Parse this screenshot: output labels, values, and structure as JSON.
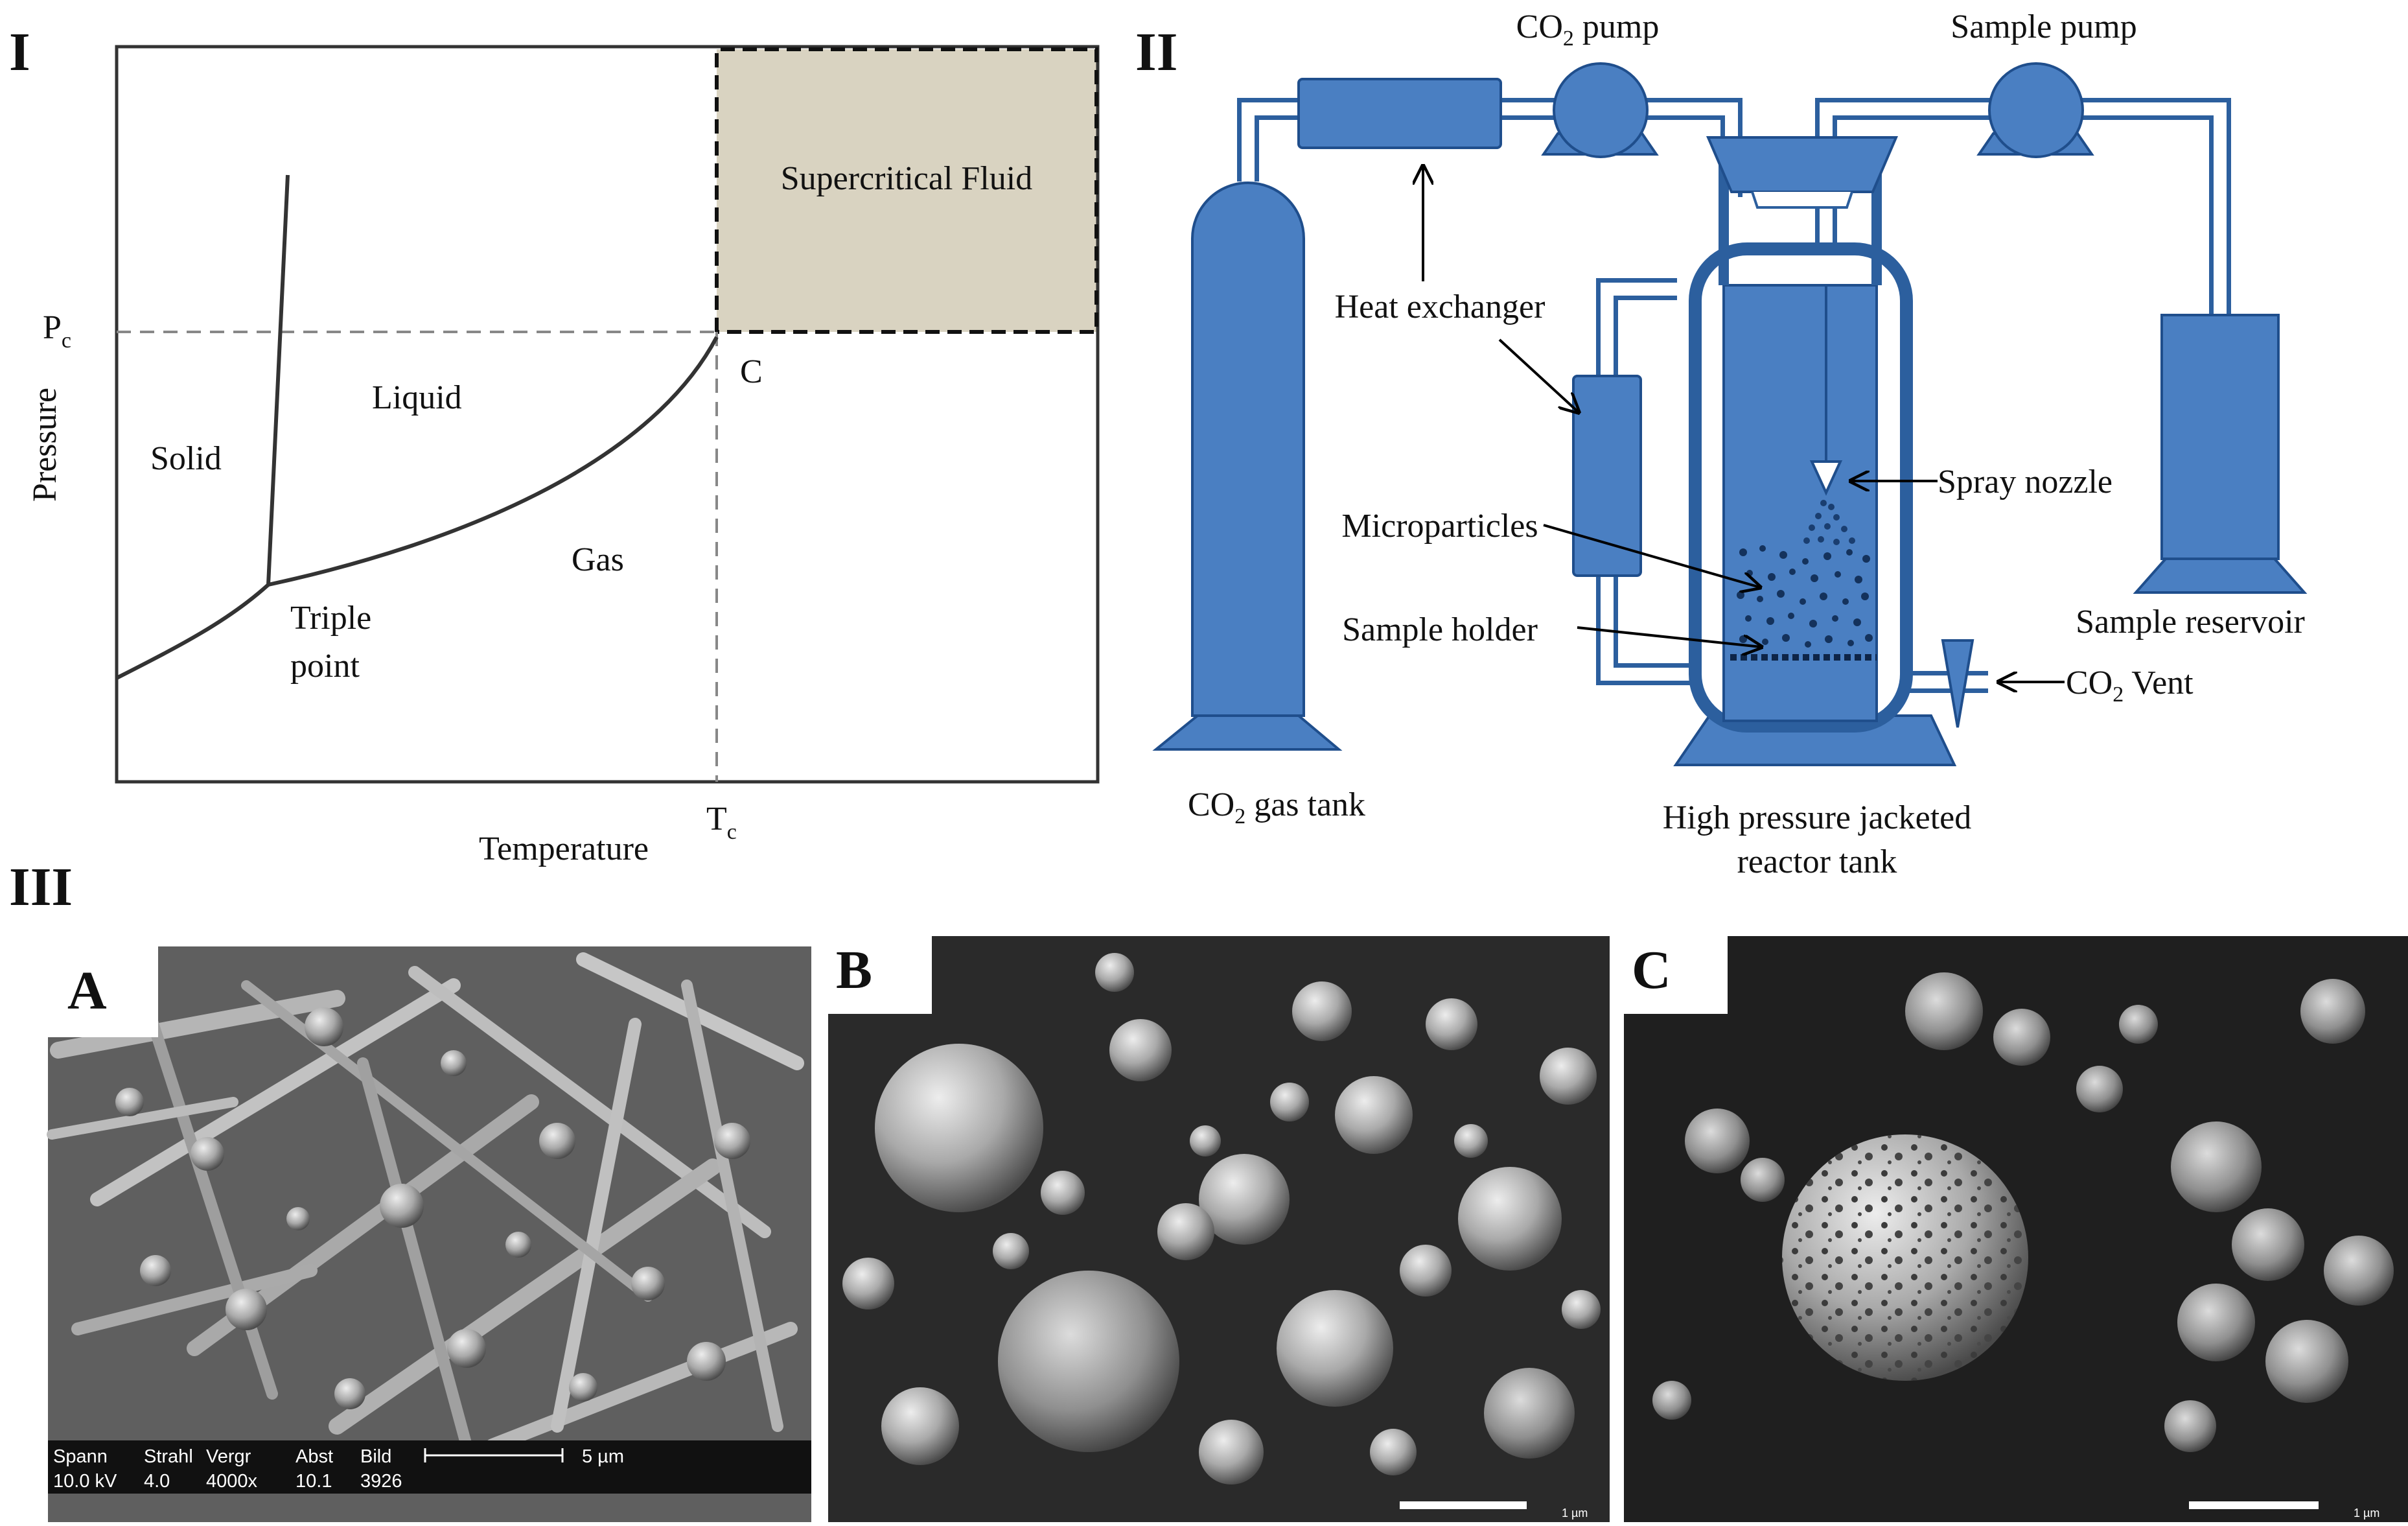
{
  "panels": {
    "one": "I",
    "two": "II",
    "three": "III"
  },
  "phase": {
    "pc_label": "P",
    "pc_sub": "c",
    "tc_label": "T",
    "tc_sub": "c",
    "ylabel": "Pressure",
    "xlabel": "Temperature",
    "critical_point": "C",
    "regions": {
      "supercritical": "Supercritical Fluid",
      "solid": "Solid",
      "liquid": "Liquid",
      "gas": "Gas",
      "triple_1": "Triple",
      "triple_2": "point"
    }
  },
  "apparatus": {
    "co2_pump_pre": "CO",
    "co2_pump_sub": "2",
    "co2_pump_post": " pump",
    "sample_pump": "Sample pump",
    "heat_exchanger": "Heat exchanger",
    "spray_nozzle": "Spray nozzle",
    "microparticles": "Microparticles",
    "sample_holder": "Sample holder",
    "sample_reservoir": "Sample reservoir",
    "vent_pre": "CO",
    "vent_sub": "2",
    "vent_post": " Vent",
    "tank_pre": "CO",
    "tank_sub": "2",
    "tank_post": " gas tank",
    "reactor_1": "High pressure jacketed",
    "reactor_2": "reactor tank"
  },
  "sem": {
    "a_label": "A",
    "b_label": "B",
    "c_label": "C",
    "a_info": {
      "h1": "Spann",
      "h2": "Strahl",
      "h3": "Vergr",
      "h4": "Abst",
      "h5": "Bild",
      "v1": "10.0 kV",
      "v2": "4.0",
      "v3": "4000x",
      "v4": "10.1",
      "v5": "3926",
      "scale": "5 µm"
    },
    "b_scale": "1 µm",
    "c_scale": "1 µm"
  },
  "colors": {
    "apparatus_fill": "#4a7fc2",
    "apparatus_stroke": "#1f4e8c",
    "supercritical_fill": "#d9d3c1"
  }
}
